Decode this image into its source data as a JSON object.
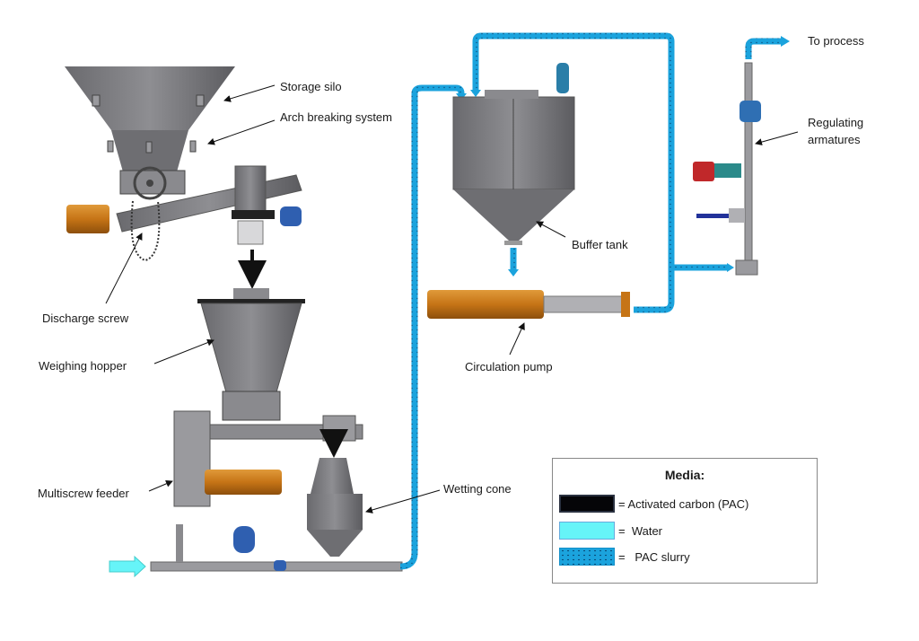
{
  "diagram": {
    "type": "process-flow",
    "components": [
      {
        "id": "storage-silo",
        "label": "Storage silo"
      },
      {
        "id": "arch-breaking",
        "label": "Arch breaking system"
      },
      {
        "id": "discharge-screw",
        "label": "Discharge screw"
      },
      {
        "id": "weighing-hopper",
        "label": "Weighing hopper"
      },
      {
        "id": "multiscrew-feeder",
        "label": "Multiscrew feeder"
      },
      {
        "id": "wetting-cone",
        "label": "Wetting cone"
      },
      {
        "id": "buffer-tank",
        "label": "Buffer tank"
      },
      {
        "id": "circulation-pump",
        "label": "Circulation pump"
      },
      {
        "id": "regulating-armatures",
        "label": "Regulating armatures",
        "lines": [
          "Regulating",
          "armatures"
        ]
      },
      {
        "id": "to-process",
        "label": "To process"
      }
    ],
    "flows": [
      {
        "from": "storage-silo",
        "to": "weighing-hopper",
        "medium": "pac"
      },
      {
        "from": "multiscrew-feeder",
        "to": "wetting-cone",
        "medium": "pac"
      },
      {
        "from": "water-inlet",
        "to": "wetting-cone",
        "medium": "water"
      },
      {
        "from": "wetting-cone",
        "to": "buffer-tank",
        "medium": "slurry"
      },
      {
        "from": "buffer-tank",
        "to": "circulation-pump",
        "medium": "slurry"
      },
      {
        "from": "circulation-pump",
        "to": "buffer-tank",
        "medium": "slurry"
      },
      {
        "from": "circulation-pump",
        "to": "regulating-armatures",
        "medium": "slurry"
      },
      {
        "from": "regulating-armatures",
        "to": "to-process",
        "medium": "slurry"
      }
    ]
  },
  "legend": {
    "title": "Media:",
    "items": [
      {
        "key": "pac",
        "label": "= Activated carbon (PAC)",
        "color": "#050508"
      },
      {
        "key": "water",
        "label": "=  Water",
        "color": "#66f4f8"
      },
      {
        "key": "slurry",
        "label": "=   PAC slurry",
        "color": "#1ba3dd"
      }
    ]
  },
  "colors": {
    "steel": "#7a7a7e",
    "steel_dark": "#58585c",
    "motor_orange": "#c97a1e",
    "actuator_blue": "#2f6fb3",
    "valve_red": "#c0282a"
  }
}
